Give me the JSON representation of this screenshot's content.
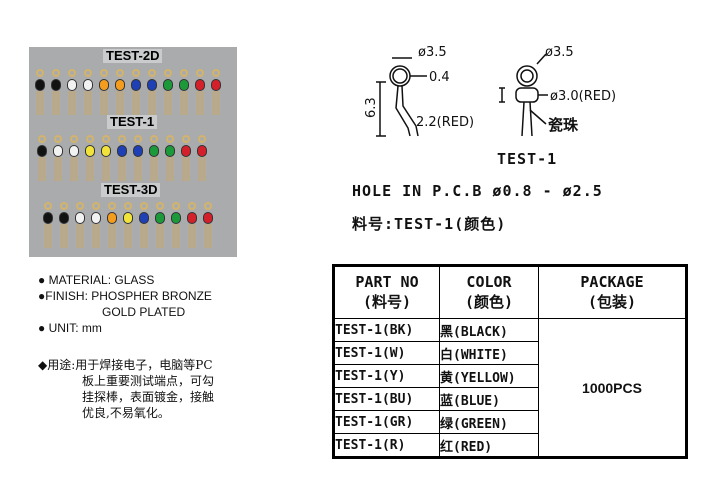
{
  "photo": {
    "labels": [
      "TEST-2D",
      "TEST-1",
      "TEST-3D"
    ],
    "colors": {
      "black": "#121212",
      "white": "#f2f2f2",
      "yellow": "#f1e33a",
      "orange": "#f39c1e",
      "blue": "#1f3fb4",
      "green": "#1c9a3a",
      "red": "#d4202a"
    }
  },
  "notes": {
    "material": "● MATERIAL: GLASS",
    "finish_1": "●FINISH: PHOSPHER BRONZE",
    "finish_2": "GOLD PLATED",
    "unit": "● UNIT: mm",
    "usage_lines": [
      "◆用途:用于焊接电子，电脑等PC",
      "板上重要测试端点，可勾",
      "挂探棒，表面镀金，接触",
      "优良,不易氧化。"
    ]
  },
  "drawing": {
    "dims": {
      "loop_left": "ø3.5",
      "wire": "0.4",
      "height": "6.3",
      "gap": "2.2(RED)",
      "loop_right": "ø3.5",
      "bead": "ø3.0(RED)",
      "bead_cn": "瓷珠"
    },
    "caption": "TEST-1",
    "hole_text": "HOLE IN P.C.B ø0.8 - ø2.5",
    "part_text": "料号:TEST-1(颜色)"
  },
  "table": {
    "headers": {
      "part_no": "PART NO",
      "part_no_cn": "(料号)",
      "color": "COLOR",
      "color_cn": "(颜色)",
      "package": "PACKAGE",
      "package_cn": "(包装)"
    },
    "rows": [
      {
        "part": "TEST-1(BK)",
        "color": "黑(BLACK)"
      },
      {
        "part": "TEST-1(W)",
        "color": "白(WHITE)"
      },
      {
        "part": "TEST-1(Y)",
        "color": "黄(YELLOW)"
      },
      {
        "part": "TEST-1(BU)",
        "color": "蓝(BLUE)"
      },
      {
        "part": "TEST-1(GR)",
        "color": "绿(GREEN)"
      },
      {
        "part": "TEST-1(R)",
        "color": "红(RED)"
      }
    ],
    "package_value": "1000PCS"
  }
}
